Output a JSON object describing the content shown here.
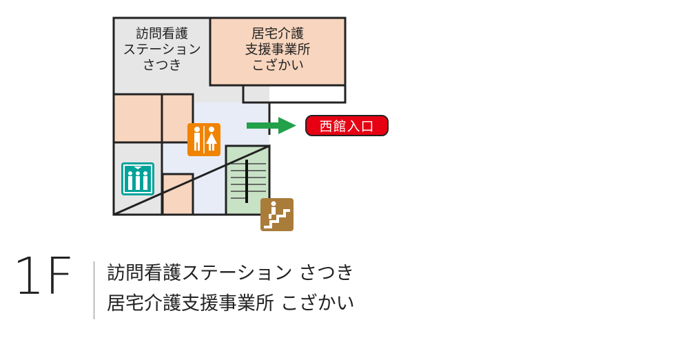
{
  "floor": {
    "label": "1F",
    "facilities": [
      "訪問看護ステーション さつき",
      "居宅介護支援事業所 こざかい"
    ]
  },
  "rooms": {
    "nursing_station": "訪問看護\nステーション\nさつき",
    "care_support_office": "居宅介護\n支援事業所\nこざかい"
  },
  "entrance": {
    "label": "西館入口"
  },
  "icons": {
    "toilet": "restroom-icon",
    "elevator": "elevator-icon",
    "stairs": "stairs-icon"
  },
  "colors": {
    "office_fill": "#f8d5be",
    "gray_fill": "#e6e6e6",
    "corridor_fill": "#e8ecf7",
    "stair_fill": "#c8e2c6",
    "arrow": "#22a04a",
    "entrance_badge": "#e60012",
    "toilet_icon": "#f08300",
    "elevator_icon": "#00a29a",
    "stairs_icon": "#a97c3a"
  }
}
